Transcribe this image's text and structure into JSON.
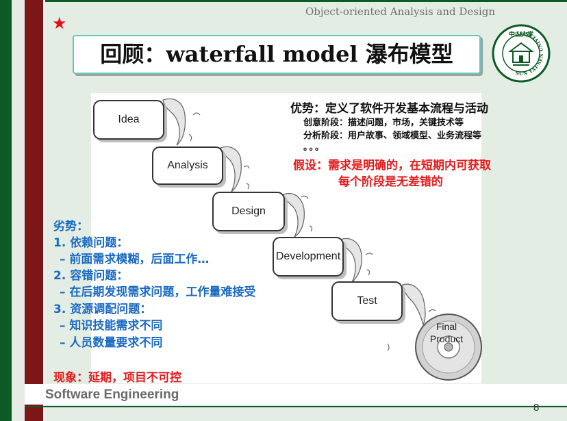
{
  "header": {
    "course": "Object-oriented Analysis and Design",
    "star": "★",
    "title": "回顾：waterfall model 瀑布模型"
  },
  "logo": {
    "icon": "university-seal-icon",
    "top_text": "中山大学",
    "ring_text": "SUN YAT-SEN UNIVERSITY"
  },
  "diagram": {
    "stages": [
      "Idea",
      "Analysis",
      "Design",
      "Development",
      "Test"
    ],
    "final_product": [
      "Final",
      "Product"
    ]
  },
  "advantages": {
    "heading": "优势：定义了软件开发基本流程与活动",
    "items": [
      "创意阶段：描述问题，市场，关键技术等",
      "分析阶段：用户故事、领域模型、业务流程等",
      "。。。"
    ]
  },
  "assumptions": {
    "line1": "假设：需求是明确的，在短期内可获取",
    "line2": "每个阶段是无差错的"
  },
  "disadvantages": {
    "heading": "劣势：",
    "lines": [
      "1. 依赖问题：",
      "– 前面需求模糊，后面工作…",
      "2. 容错问题：",
      "– 在后期发现需求问题，工作量难接受",
      "3. 资源调配问题：",
      "– 知识技能需求不同",
      "– 人员数量要求不同"
    ]
  },
  "phenomenon": "现象：延期，项目不可控",
  "footer": {
    "label": "Software Engineering",
    "page": "8"
  },
  "colors": {
    "dark_green": "#0c5a24",
    "maroon": "#7d1616",
    "red_text": "#e31b1b",
    "blue_text": "#1a6ac4",
    "title_border": "#66c7c2"
  }
}
